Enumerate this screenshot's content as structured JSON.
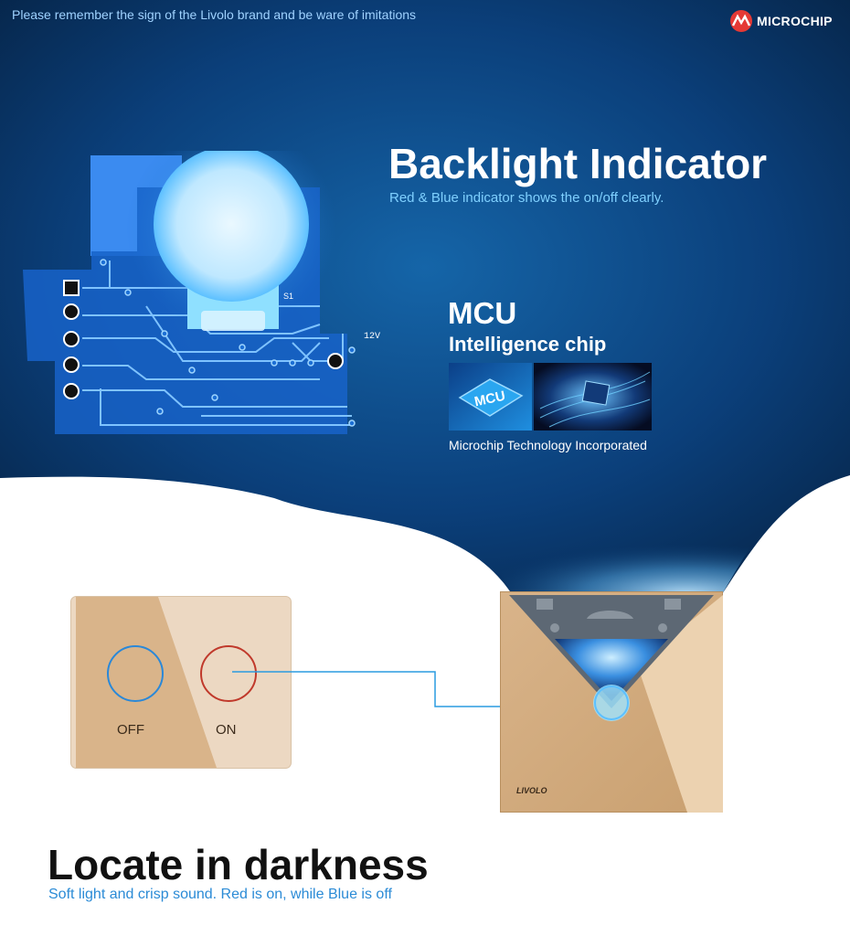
{
  "notice": "Please remember the sign of the Livolo brand and be ware of imitations",
  "brand": {
    "name": "MICROCHIP",
    "icon": "microchip-logo-icon"
  },
  "backlight": {
    "title": "Backlight Indicator",
    "subtitle": "Red & Blue indicator shows the on/off clearly."
  },
  "pcb": {
    "label_s1": "S1",
    "label_12v": "12V"
  },
  "mcu": {
    "title": "MCU",
    "subtitle": "Intelligence chip",
    "chip_label": "MCU",
    "caption": "Microchip Technology Incorporated"
  },
  "panel": {
    "off_label": "OFF",
    "on_label": "ON"
  },
  "switch": {
    "brand": "LIVOLO"
  },
  "locate": {
    "title": "Locate in darkness",
    "subtitle": "Soft light and crisp sound. Red is on, while Blue is off"
  },
  "colors": {
    "bg_dark": "#0a2a55",
    "accent_blue": "#1a8ee0",
    "off_ring": "#2a88d8",
    "on_ring": "#c0392b",
    "gold": "#d9b48a"
  }
}
